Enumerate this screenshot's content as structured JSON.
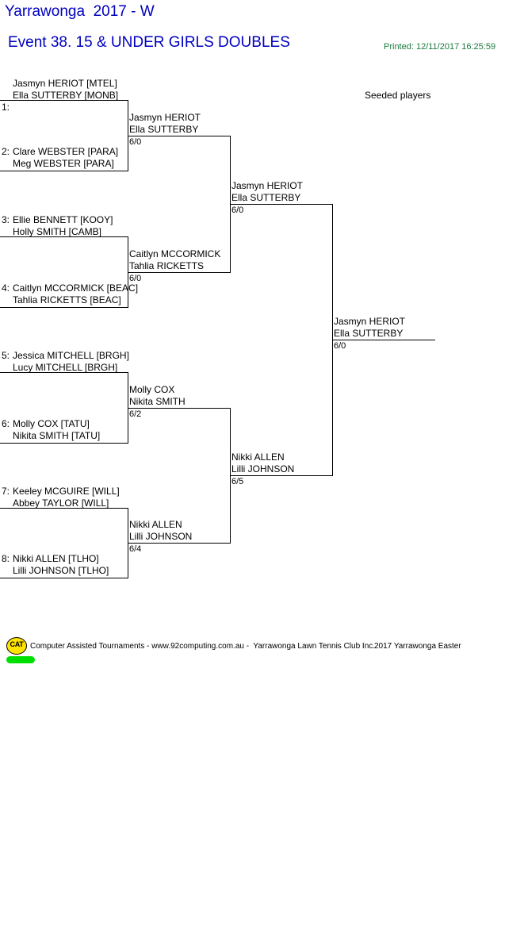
{
  "header": {
    "tournament_title": "Yarrawonga  2017 - W",
    "event_title": "Event 38. 15 & UNDER GIRLS DOUBLES",
    "printed": "Printed: 12/11/2017 16:25:59",
    "seeded_players_label": "Seeded players",
    "title_color": "#0000C0",
    "printed_color": "#1a7a3c"
  },
  "bracket": {
    "round1": [
      {
        "seed": "1:",
        "player1": "Jasmyn HERIOT [MTEL]",
        "player2": "Ella SUTTERBY [MONB]"
      },
      {
        "seed": "2:",
        "player1": "Clare WEBSTER [PARA]",
        "player2": "Meg WEBSTER [PARA]"
      },
      {
        "seed": "3:",
        "player1": "Ellie BENNETT [KOOY]",
        "player2": "Holly SMITH [CAMB]"
      },
      {
        "seed": "4:",
        "player1": "Caitlyn MCCORMICK [BEAC]",
        "player2": "Tahlia RICKETTS [BEAC]"
      },
      {
        "seed": "5:",
        "player1": "Jessica MITCHELL [BRGH]",
        "player2": "Lucy MITCHELL [BRGH]"
      },
      {
        "seed": "6:",
        "player1": "Molly COX [TATU]",
        "player2": "Nikita SMITH [TATU]"
      },
      {
        "seed": "7:",
        "player1": "Keeley MCGUIRE [WILL]",
        "player2": "Abbey TAYLOR [WILL]"
      },
      {
        "seed": "8:",
        "player1": "Nikki ALLEN [TLHO]",
        "player2": "Lilli JOHNSON [TLHO]"
      }
    ],
    "round2": [
      {
        "player1": "Jasmyn HERIOT",
        "player2": "Ella SUTTERBY",
        "score": "6/0"
      },
      {
        "player1": "Caitlyn MCCORMICK",
        "player2": "Tahlia RICKETTS",
        "score": "6/0"
      },
      {
        "player1": "Molly COX",
        "player2": "Nikita SMITH",
        "score": "6/2"
      },
      {
        "player1": "Nikki ALLEN",
        "player2": "Lilli JOHNSON",
        "score": "6/4"
      }
    ],
    "round3": [
      {
        "player1": "Jasmyn HERIOT",
        "player2": "Ella SUTTERBY",
        "score": "6/0"
      },
      {
        "player1": "Nikki ALLEN",
        "player2": "Lilli JOHNSON",
        "score": "6/5"
      }
    ],
    "final": [
      {
        "player1": "Jasmyn HERIOT",
        "player2": "Ella SUTTERBY",
        "score": "6/0"
      }
    ]
  },
  "footer": {
    "logo_text": "CAT",
    "credit": "Computer Assisted Tournaments - www.92computing.com.au -  Yarrawonga Lawn Tennis Club Inc.",
    "event": "2017 Yarrawonga Easter",
    "logo_color": "#FFE400",
    "bar_color": "#00E000"
  }
}
